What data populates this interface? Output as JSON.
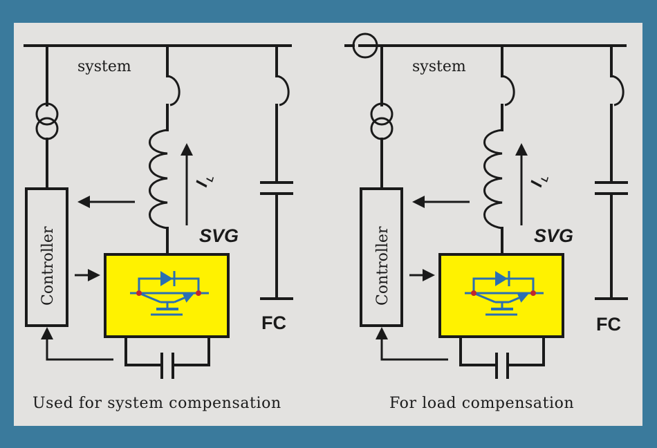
{
  "diagrams": [
    {
      "system_label": "system",
      "controller_label": "Controller",
      "svg_label": "SVG",
      "current_label": "I",
      "current_sub": "L",
      "fc_label": "FC",
      "caption": "Used for system compensation"
    },
    {
      "system_label": "system",
      "controller_label": "Controller",
      "svg_label": "SVG",
      "current_label": "I",
      "current_sub": "L",
      "fc_label": "FC",
      "caption": "For load compensation"
    }
  ],
  "colors": {
    "background": "#3a7a9c",
    "panel": "#e3e2e0",
    "converter_fill": "#fff200",
    "converter_symbol": "#2a6fb3",
    "junction": "#c0272d"
  }
}
